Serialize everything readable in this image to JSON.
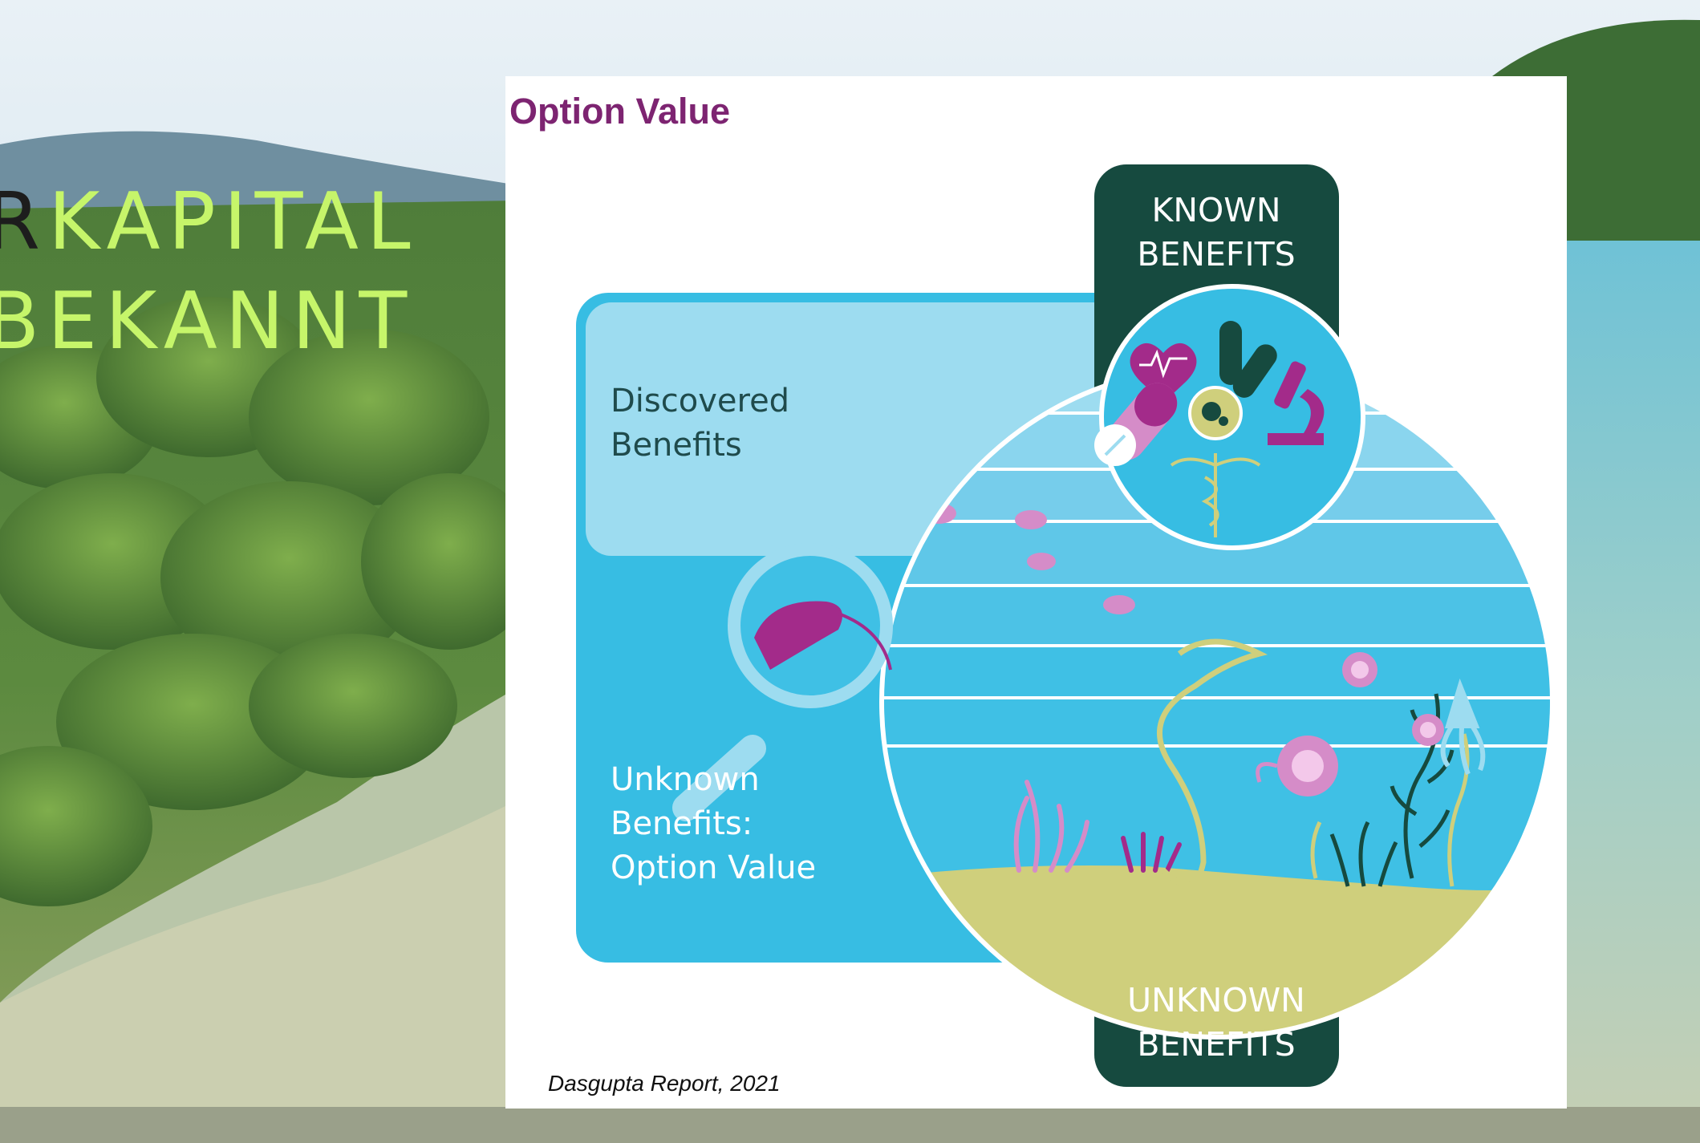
{
  "slide": {
    "title_partial": "R",
    "title_lines": [
      "KAPITAL",
      "BEKANNT"
    ]
  },
  "figure": {
    "title": "Option Value",
    "known_benefits": [
      "KNOWN",
      "BENEFITS"
    ],
    "unknown_benefits": [
      "UNKNOWN",
      "BENEFITS"
    ],
    "discovered_benefits": [
      "Discovered",
      "Benefits"
    ],
    "unknown_option": [
      "Unknown",
      "Benefits:",
      "Option Value"
    ],
    "caption": "Dasgupta Report, 2021"
  },
  "colors": {
    "title_green": "#c6f56a",
    "figure_title_purple": "#7d2471",
    "band_dark_green": "#164a3f",
    "panel_blue": "#37bde3",
    "panel_light_blue": "#9ddcf0",
    "magenta": "#a32b8a",
    "pink": "#d58cc8",
    "sand": "#cfcf7c"
  },
  "icons": [
    "heart-icon",
    "pill-icon",
    "microscope-icon",
    "petri-dish-icon",
    "caduceus-icon",
    "magnifier-icon",
    "shrimp-icon",
    "nautilus-icon",
    "squid-icon",
    "eel-icon",
    "seaweed-icon",
    "coral-icon"
  ]
}
